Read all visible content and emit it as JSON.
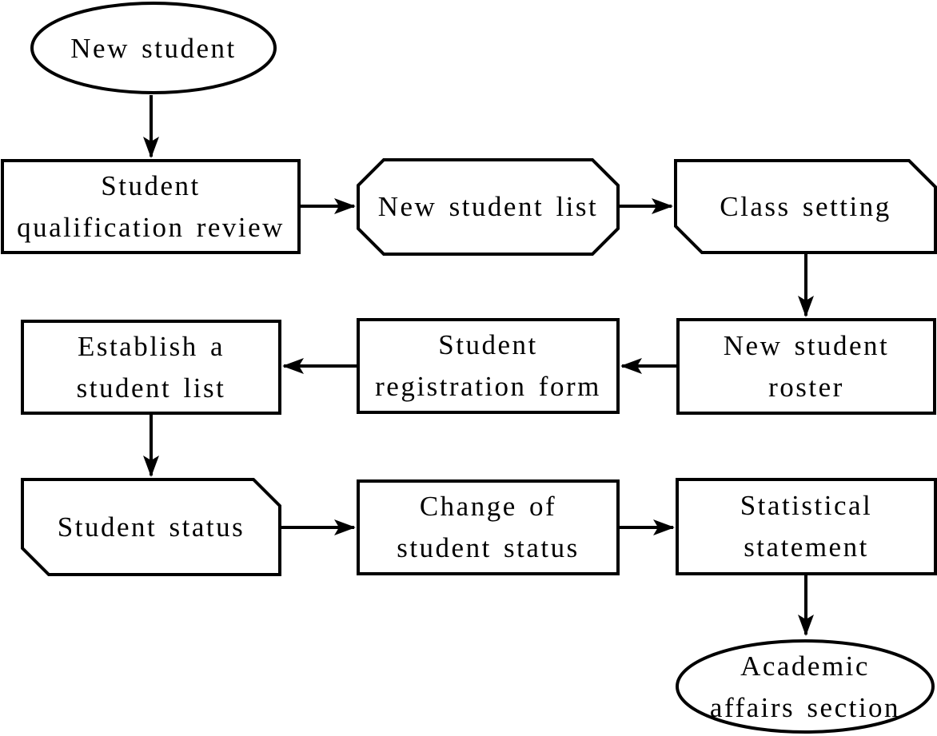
{
  "diagram": {
    "type": "flowchart",
    "nodes": [
      {
        "id": "new-student",
        "shape": "ellipse",
        "role": "terminator",
        "lines": [
          "New student"
        ]
      },
      {
        "id": "student-qualification-review",
        "shape": "rect",
        "role": "process",
        "lines": [
          "Student",
          "qualification review"
        ]
      },
      {
        "id": "new-student-list",
        "shape": "octagon",
        "role": "data",
        "lines": [
          "New student list"
        ]
      },
      {
        "id": "class-setting",
        "shape": "card",
        "role": "process",
        "lines": [
          "Class setting"
        ]
      },
      {
        "id": "new-student-roster",
        "shape": "rect",
        "role": "process",
        "lines": [
          "New student",
          "roster"
        ]
      },
      {
        "id": "student-registration-form",
        "shape": "rect",
        "role": "process",
        "lines": [
          "Student",
          "registration form"
        ]
      },
      {
        "id": "establish-a-student-list",
        "shape": "rect",
        "role": "process",
        "lines": [
          "Establish a",
          "student list"
        ]
      },
      {
        "id": "student-status",
        "shape": "card",
        "role": "process",
        "lines": [
          "Student status"
        ]
      },
      {
        "id": "change-of-student-status",
        "shape": "rect",
        "role": "process",
        "lines": [
          "Change of",
          "student status"
        ]
      },
      {
        "id": "statistical-statement",
        "shape": "rect",
        "role": "process",
        "lines": [
          "Statistical",
          "statement"
        ]
      },
      {
        "id": "academic-affairs-section",
        "shape": "ellipse",
        "role": "terminator",
        "lines": [
          "Academic",
          "affairs section"
        ]
      }
    ],
    "edges": [
      {
        "from": "new-student",
        "to": "student-qualification-review",
        "direction": "down"
      },
      {
        "from": "student-qualification-review",
        "to": "new-student-list",
        "direction": "right"
      },
      {
        "from": "new-student-list",
        "to": "class-setting",
        "direction": "right"
      },
      {
        "from": "class-setting",
        "to": "new-student-roster",
        "direction": "down"
      },
      {
        "from": "new-student-roster",
        "to": "student-registration-form",
        "direction": "left"
      },
      {
        "from": "student-registration-form",
        "to": "establish-a-student-list",
        "direction": "left"
      },
      {
        "from": "establish-a-student-list",
        "to": "student-status",
        "direction": "down"
      },
      {
        "from": "student-status",
        "to": "change-of-student-status",
        "direction": "right"
      },
      {
        "from": "change-of-student-status",
        "to": "statistical-statement",
        "direction": "right"
      },
      {
        "from": "statistical-statement",
        "to": "academic-affairs-section",
        "direction": "down"
      }
    ],
    "colors": {
      "stroke": "#000000",
      "fill": "#ffffff",
      "text": "#000000",
      "background": "#ffffff"
    }
  }
}
